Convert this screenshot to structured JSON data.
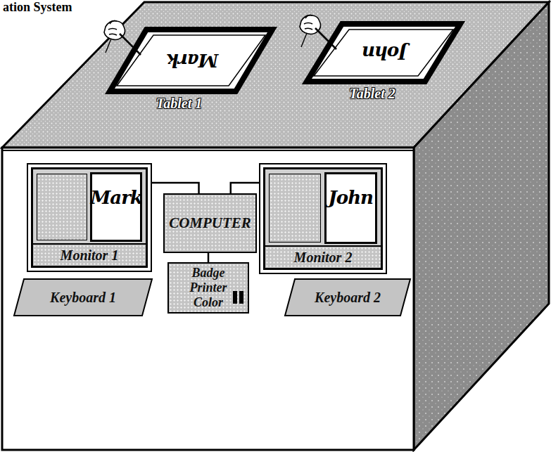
{
  "diagram": {
    "nodes": [
      {
        "text": [
          "Mark",
          "Tablet 1"
        ]
      },
      {
        "text": [
          "John",
          "Tablet 2"
        ]
      },
      {
        "text": [
          "Mark",
          "Monitor 1"
        ]
      },
      {
        "text": [
          "COMPUTER"
        ]
      },
      {
        "text": [
          "John",
          "Monitor 2"
        ]
      },
      {
        "text": [
          "Keyboard 1"
        ]
      },
      {
        "text": [
          "Badge Printer Color"
        ]
      },
      {
        "text": [
          "Keyboard 2"
        ]
      }
    ],
    "edges": [
      {
        "from": 2,
        "to": 3,
        "arrow": "none"
      },
      {
        "from": 4,
        "to": 3,
        "arrow": "none"
      },
      {
        "from": 3,
        "to": 6,
        "arrow": "none"
      }
    ],
    "labels": [
      "ation System"
    ]
  }
}
